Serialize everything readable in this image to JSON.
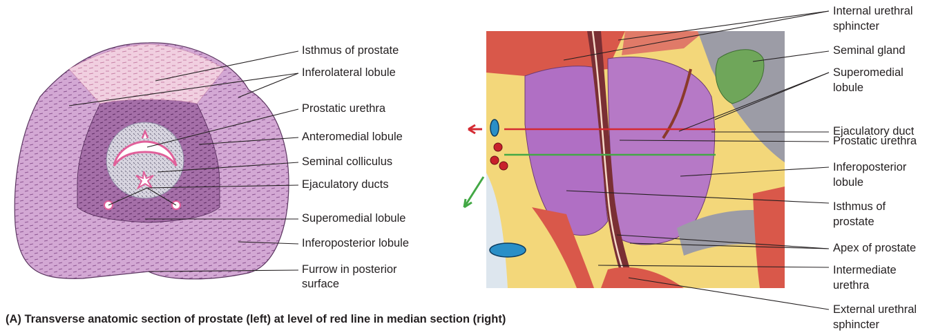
{
  "left_labels": {
    "isthmus": "Isthmus of prostate",
    "inferolateral": "Inferolateral lobule",
    "prostatic_urethra": "Prostatic urethra",
    "anteromedial": "Anteromedial lobule",
    "seminal_colliculus": "Seminal colliculus",
    "ejaculatory_ducts": "Ejaculatory ducts",
    "superomedial": "Superomedial lobule",
    "inferoposterior": "Inferoposterior lobule",
    "furrow_line1": "Furrow in posterior",
    "furrow_line2": "surface"
  },
  "right_labels": {
    "internal_sphincter_line1": "Internal urethral",
    "internal_sphincter_line2": "sphincter",
    "seminal_gland": "Seminal gland",
    "superomedial_line1": "Superomedial",
    "superomedial_line2": "lobule",
    "ejaculatory_duct": "Ejaculatory duct",
    "prostatic_urethra": "Prostatic urethra",
    "inferoposterior_line1": "Inferoposterior",
    "inferoposterior_line2": "lobule",
    "isthmus_line1": "Isthmus of",
    "isthmus_line2": "prostate",
    "apex": "Apex of prostate",
    "intermediate_line1": "Intermediate",
    "intermediate_line2": "urethra",
    "external_sphincter_line1": "External urethral",
    "external_sphincter_line2": "sphincter"
  },
  "caption": "(A) Transverse anatomic section of prostate (left) at level of red line in median section (right)",
  "colors": {
    "prostate_light": "#d3a8d4",
    "prostate_mid": "#a56fa8",
    "prostate_dark": "#6e3a72",
    "isthmus_pink": "#f1cfe0",
    "urethra_pink": "#f2a6c4",
    "muscle_red": "#d9584a",
    "fat_yellow": "#f3d77a",
    "seminal_green": "#6fa65a",
    "vessel_blue": "#2a8fc7",
    "red_line": "#d42a32",
    "green_line": "#43a845"
  }
}
